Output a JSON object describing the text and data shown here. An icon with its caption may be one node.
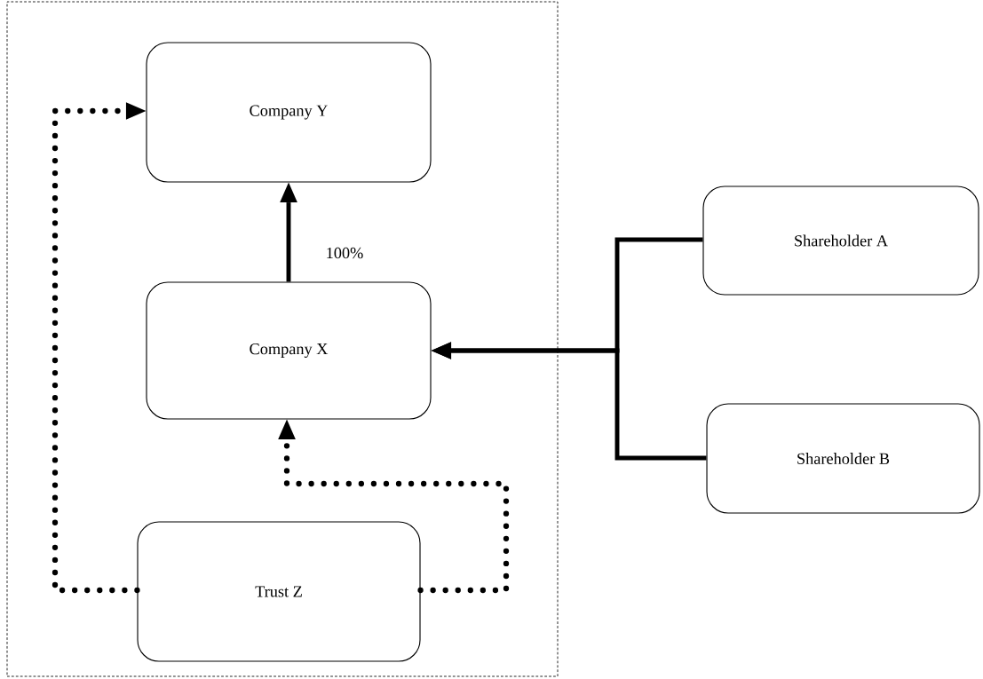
{
  "diagram": {
    "nodes": [
      {
        "text": [],
        "shape": "box"
      },
      {
        "text": [
          "Company Y"
        ],
        "in": 0
      },
      {
        "text": [
          "Company X"
        ],
        "in": 0
      },
      {
        "text": [
          "Shareholder A"
        ]
      },
      {
        "text": [
          "Shareholder B"
        ]
      },
      {
        "text": [
          "Trust Z"
        ],
        "in": 0
      }
    ],
    "edges": [
      {
        "from": 2,
        "to": 1,
        "arrow": "to",
        "label": "100%"
      },
      {
        "from": 3,
        "to": 2,
        "arrow": "to"
      },
      {
        "from": 4,
        "to": 2,
        "arrow": "to"
      },
      {
        "from": 5,
        "to": 1,
        "arrow": "to",
        "style": "dashed"
      },
      {
        "from": 5,
        "to": 2,
        "arrow": "to",
        "style": "dashed"
      }
    ]
  }
}
